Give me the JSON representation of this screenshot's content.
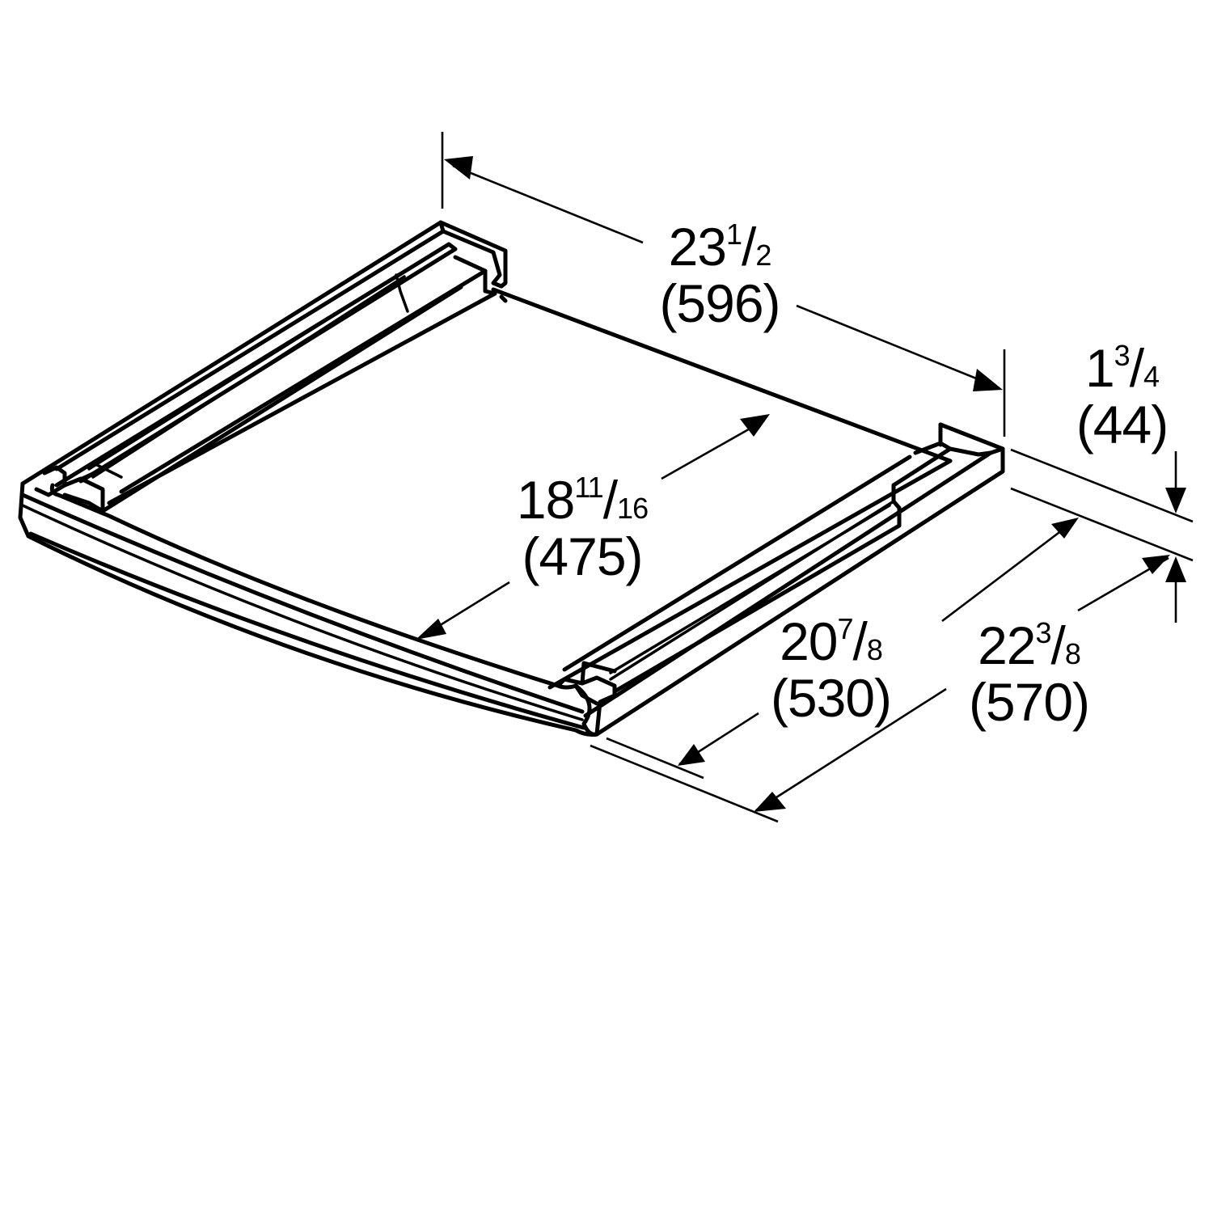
{
  "diagram": {
    "type": "dimension-drawing",
    "subject": "stacking-kit-pull-out-shelf",
    "units": {
      "primary": "inches",
      "secondary": "millimeters"
    },
    "line_color": "#000000",
    "background_color": "#ffffff"
  },
  "dimensions": {
    "overall_width": {
      "whole": "23",
      "num": "1",
      "den": "2",
      "mm": "(596)"
    },
    "inner_depth": {
      "whole": "18",
      "num": "11",
      "den": "16",
      "mm": "(475)"
    },
    "height": {
      "whole": "1",
      "num": "3",
      "den": "4",
      "mm": "(44)"
    },
    "rail_depth": {
      "whole": "20",
      "num": "7",
      "den": "8",
      "mm": "(530)"
    },
    "overall_depth": {
      "whole": "22",
      "num": "3",
      "den": "8",
      "mm": "(570)"
    }
  }
}
